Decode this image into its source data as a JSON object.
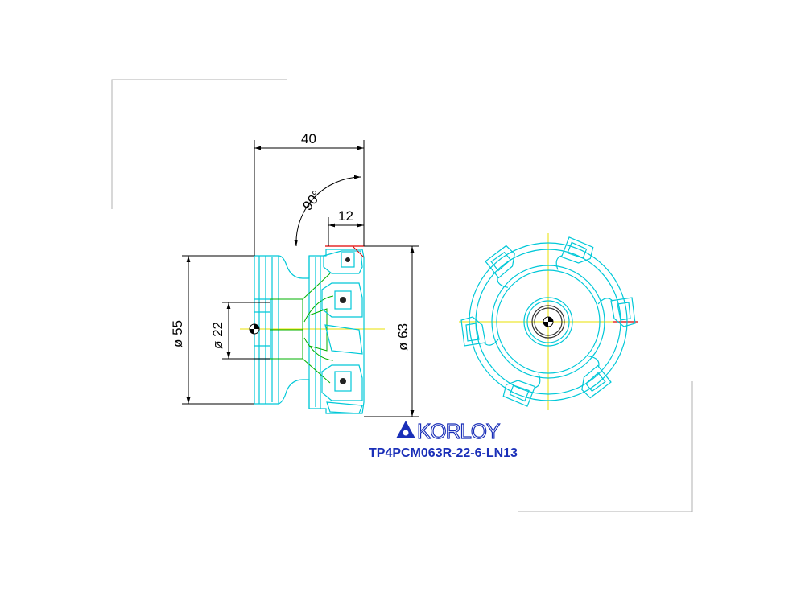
{
  "dimensions": {
    "length": "40",
    "lead_angle": "90°",
    "insert_width": "12",
    "diameter_shank": "ø 55",
    "diameter_bore": "ø 22",
    "diameter_cutting": "ø 63"
  },
  "brand": {
    "name": "KORLOY",
    "part_number": "TP4PCM063R-22-6-LN13"
  },
  "colors": {
    "outline": "#00c8d8",
    "green": "#00b000",
    "yellow": "#e8e000",
    "red": "#e00000",
    "dimension": "#000000",
    "brand": "#1a2fb8",
    "frame": "#b0b0b0"
  }
}
